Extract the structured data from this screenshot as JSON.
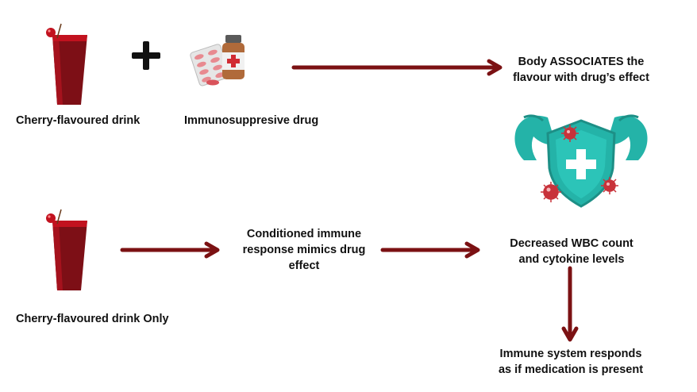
{
  "labels": {
    "cherry_drink": "Cherry-flavoured drink",
    "drug": "Immunosuppresive drug",
    "associates_line1": "Body ASSOCIATES the",
    "associates_line2": "flavour with drug’s effect",
    "cherry_drink_only": "Cherry-flavoured drink Only",
    "conditioned_line1": "Conditioned immune",
    "conditioned_line2": "response mimics drug",
    "conditioned_line3": "effect",
    "decreased_line1": "Decreased WBC count",
    "decreased_line2": "and cytokine levels",
    "responds_line1": "Immune system responds",
    "responds_line2": "as if medication is present"
  },
  "colors": {
    "arrow": "#7b1113",
    "drink_dark": "#7d0f16",
    "drink_light": "#c2121f",
    "shield": "#24b3a8",
    "virus": "#c8323a"
  }
}
